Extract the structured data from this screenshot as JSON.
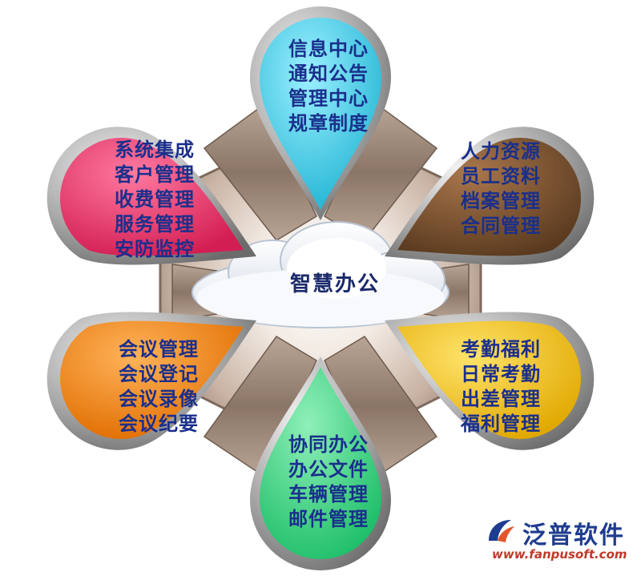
{
  "center": {
    "label": "智慧办公"
  },
  "petals": [
    {
      "key": "top",
      "color": "#45cfe6",
      "items": [
        "信息中心",
        "通知公告",
        "管理中心",
        "规章制度"
      ]
    },
    {
      "key": "upper-right",
      "color": "#7a5230",
      "items": [
        "人力资源",
        "员工资料",
        "档案管理",
        "合同管理"
      ]
    },
    {
      "key": "lower-right",
      "color": "#f2c21a",
      "items": [
        "考勤福利",
        "日常考勤",
        "出差管理",
        "福利管理"
      ]
    },
    {
      "key": "bottom",
      "color": "#3fd88a",
      "items": [
        "协同办公",
        "办公文件",
        "车辆管理",
        "邮件管理"
      ]
    },
    {
      "key": "lower-left",
      "color": "#f08a1c",
      "items": [
        "会议管理",
        "会议登记",
        "会议录像",
        "会议纪要"
      ]
    },
    {
      "key": "upper-left",
      "color": "#e8386d",
      "items": [
        "系统集成",
        "客户管理",
        "收费管理",
        "服务管理",
        "安防监控"
      ]
    }
  ],
  "logo": {
    "name": "泛普软件",
    "url": "www.fanpusoft.com",
    "colors": {
      "brand": "#1e3c8f",
      "url": "#c0392b"
    }
  }
}
